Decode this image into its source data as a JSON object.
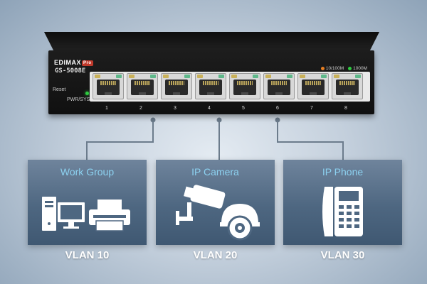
{
  "switch": {
    "brand": "EDIMAX",
    "brand_badge": "Pro",
    "model": "GS-5008E",
    "reset_label": "Reset",
    "power_label": "PWR/SYS",
    "legend": [
      {
        "label": "10/100M",
        "color": "#e67e22"
      },
      {
        "label": "1000M",
        "color": "#2ecc40"
      }
    ],
    "ports": [
      "1",
      "2",
      "3",
      "4",
      "5",
      "6",
      "7",
      "8"
    ]
  },
  "groups": [
    {
      "title": "Work Group",
      "vlan": "VLAN 10",
      "icon": "computer-printer-icon"
    },
    {
      "title": "IP Camera",
      "vlan": "VLAN 20",
      "icon": "security-camera-icon"
    },
    {
      "title": "IP Phone",
      "vlan": "VLAN 30",
      "icon": "desk-phone-icon"
    }
  ],
  "colors": {
    "accent": "#8cd1f0",
    "box": "#4e6781",
    "wire": "#6c7c8c"
  }
}
